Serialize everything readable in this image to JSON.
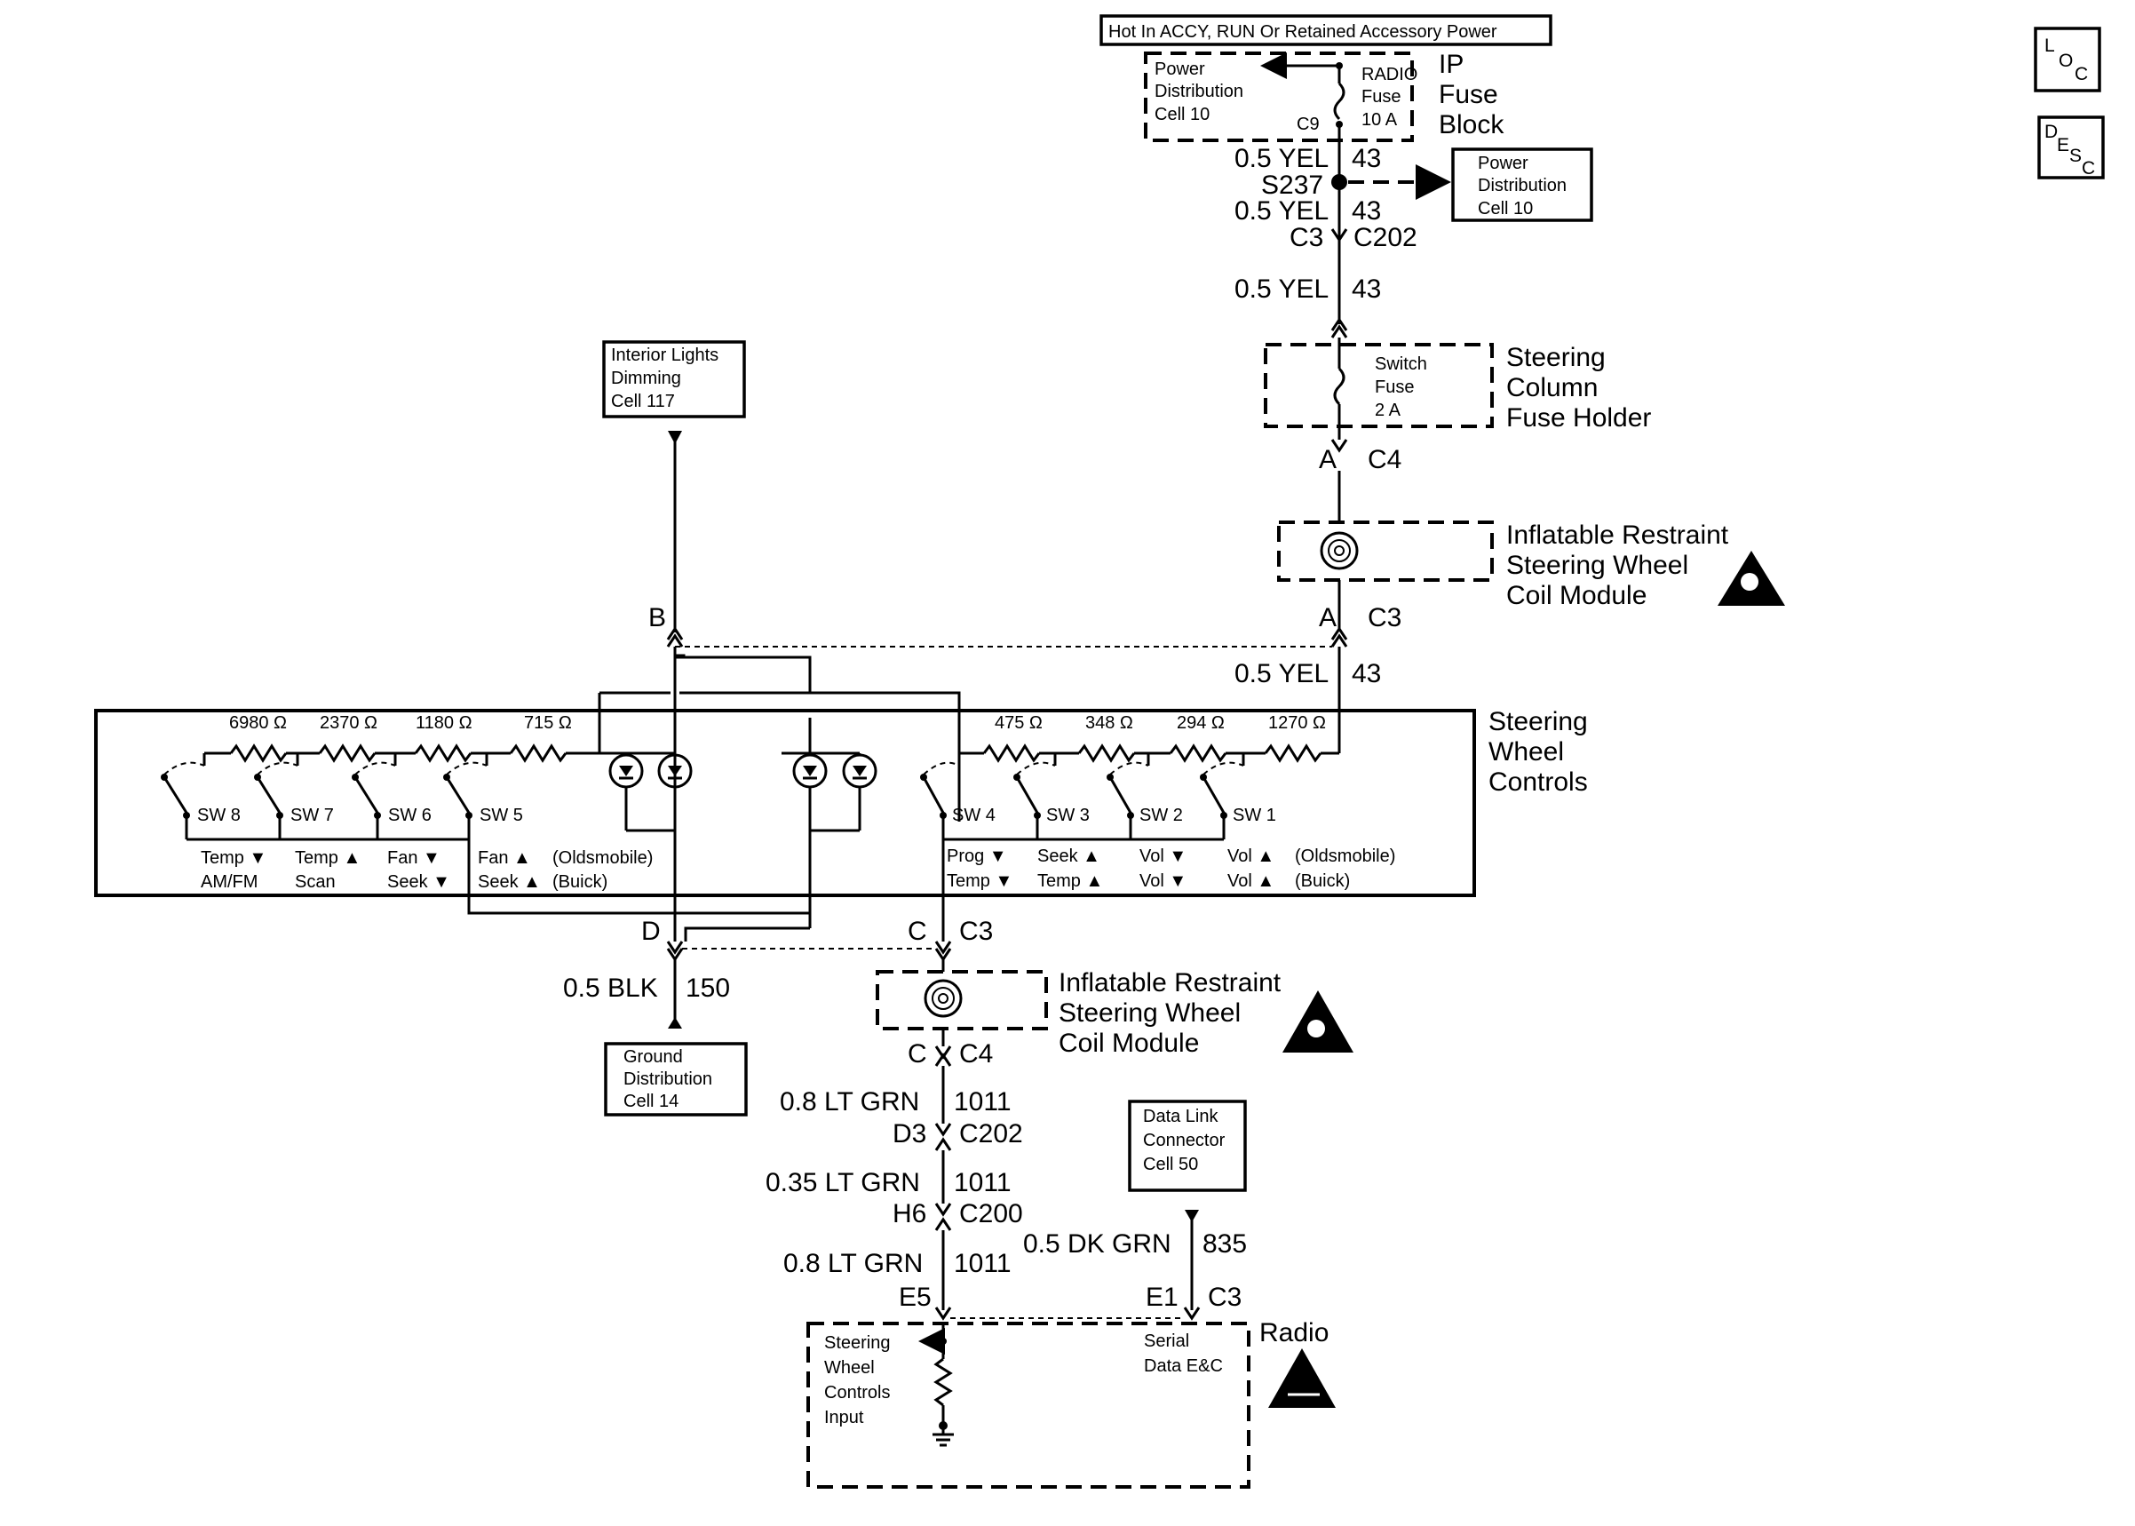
{
  "header_box": "Hot In ACCY, RUN Or Retained Accessory Power",
  "loc_icon": {
    "l": "L",
    "o": "O",
    "c": "C"
  },
  "desc_icon": {
    "d": "D",
    "e": "E",
    "s": "S",
    "c": "C"
  },
  "ip_fuse_block": {
    "title": [
      "IP",
      "Fuse",
      "Block"
    ],
    "power_dist": [
      "Power",
      "Distribution",
      "Cell 10"
    ],
    "fuse": [
      "RADIO",
      "Fuse",
      "10 A"
    ],
    "conn": "C9"
  },
  "top_wire": {
    "w1_gauge": "0.5 YEL",
    "w1_circ": "43",
    "splice": "S237",
    "w2_gauge": "0.5 YEL",
    "w2_circ": "43",
    "c3": "C3",
    "c202": "C202",
    "w3_gauge": "0.5 YEL",
    "w3_circ": "43",
    "power_dist_ref": [
      "Power",
      "Distribution",
      "Cell 10"
    ]
  },
  "steering_fuse": {
    "title": [
      "Steering",
      "Column",
      "Fuse Holder"
    ],
    "fuse": [
      "Switch",
      "Fuse",
      "2 A"
    ],
    "pin": "A",
    "conn": "C4"
  },
  "coil_upper": {
    "title": [
      "Inflatable Restraint",
      "Steering Wheel",
      "Coil Module"
    ],
    "pin": "A",
    "conn": "C3",
    "w_gauge": "0.5 YEL",
    "w_circ": "43"
  },
  "interior_lights": [
    "Interior Lights",
    "Dimming",
    "Cell 117"
  ],
  "pin_b": "B",
  "swc": {
    "title": [
      "Steering",
      "Wheel",
      "Controls"
    ],
    "left_resistors": [
      "6980 Ω",
      "2370 Ω",
      "1180 Ω",
      "715 Ω"
    ],
    "right_resistors": [
      "475 Ω",
      "348 Ω",
      "294 Ω",
      "1270 Ω"
    ],
    "left_switches": [
      "SW 8",
      "SW 7",
      "SW 6",
      "SW 5"
    ],
    "right_switches": [
      "SW 4",
      "SW 3",
      "SW 2",
      "SW 1"
    ],
    "left_func_row1": [
      "Temp ▼",
      "Temp ▲",
      "Fan ▼",
      "Fan ▲",
      "(Oldsmobile)"
    ],
    "left_func_row2": [
      "AM/FM",
      "Scan",
      "Seek ▼",
      "Seek ▲",
      "(Buick)"
    ],
    "right_func_row1": [
      "Prog ▼",
      "Seek ▲",
      "Vol ▼",
      "Vol ▲",
      "(Oldsmobile)"
    ],
    "right_func_row2": [
      "Temp ▼",
      "Temp ▲",
      "Vol ▼",
      "Vol ▲",
      "(Buick)"
    ]
  },
  "lower": {
    "pin_d": "D",
    "pin_c": "C",
    "conn_c3": "C3",
    "blk_gauge": "0.5 BLK",
    "blk_circ": "150",
    "ground": [
      "Ground",
      "Distribution",
      "Cell 14"
    ],
    "coil_title": [
      "Inflatable Restraint",
      "Steering Wheel",
      "Coil Module"
    ],
    "coil_pin": "C",
    "coil_conn": "C4",
    "g1": "0.8 LT GRN",
    "c1": "1011",
    "p1": "D3",
    "k1": "C202",
    "g2": "0.35 LT GRN",
    "c2": "1011",
    "p2": "H6",
    "k2": "C200",
    "g3": "0.8 LT GRN",
    "c3": "1011",
    "p3": "E5",
    "dlc": [
      "Data Link",
      "Connector",
      "Cell 50"
    ],
    "dk_gauge": "0.5 DK GRN",
    "dk_circ": "835",
    "dk_pin": "E1",
    "dk_conn": "C3"
  },
  "radio": {
    "title": "Radio",
    "swc_input": [
      "Steering",
      "Wheel",
      "Controls",
      "Input"
    ],
    "serial": [
      "Serial",
      "Data E&C"
    ]
  }
}
